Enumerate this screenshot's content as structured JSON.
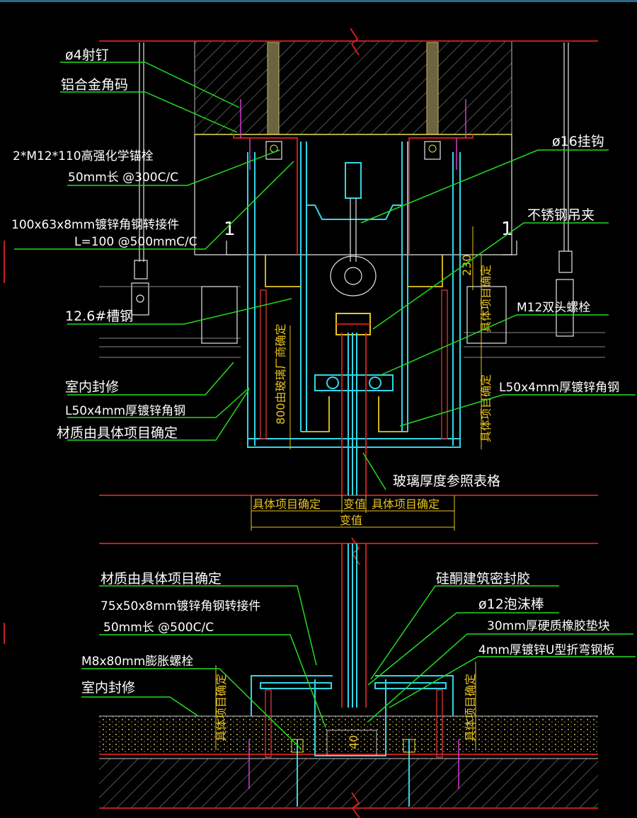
{
  "drawing": {
    "labels_left_top": [
      "ø4射钉",
      "铝合金角码",
      "2*M12*110高强化学锚栓",
      "50mm长 @300C/C",
      "100x63x8mm镀锌角钢转接件",
      "L=100  @500mmC/C",
      "12.6#槽钢",
      "室内封修",
      "L50x4mm厚镀锌角钢",
      "材质由具体项目确定"
    ],
    "labels_right_top": [
      "ø16挂钩",
      "不锈钢吊夹",
      "M12双头螺栓",
      "L50x4mm厚镀锌角钢",
      "玻璃厚度参照表格"
    ],
    "labels_left_bottom": [
      "材质由具体项目确定",
      "75x50x8mm镀锌角钢转接件",
      "50mm长 @500C/C",
      "M8x80mm膨胀螺栓",
      "室内封修"
    ],
    "labels_right_bottom": [
      "硅酮建筑密封胶",
      "ø12泡沫棒",
      "30mm厚硬质橡胶垫块",
      "4mm厚镀锌U型折弯钢板"
    ],
    "section_marks": [
      "1",
      "1"
    ],
    "dimensions": {
      "top_right_vertical_1": "230",
      "top_right_vertical_2": "具体项目确定",
      "top_right_vertical_3": "具体项目确定",
      "top_center_vertical": "800由玻璃厂商确定",
      "horizontal_row": [
        "具体项目确定",
        "变值",
        "具体项目确定"
      ],
      "horizontal_total": "变值",
      "bottom_center": "40",
      "bottom_left_vertical": "具体项目确定",
      "bottom_right_vertical": "具体项目确定"
    },
    "colors": {
      "background": "#000000",
      "leader": "#22dd22",
      "steel": "#33d6e6",
      "dimension": "#e8c31f",
      "glass_edge": "#e02020",
      "anchor": "#d03fd0"
    }
  }
}
